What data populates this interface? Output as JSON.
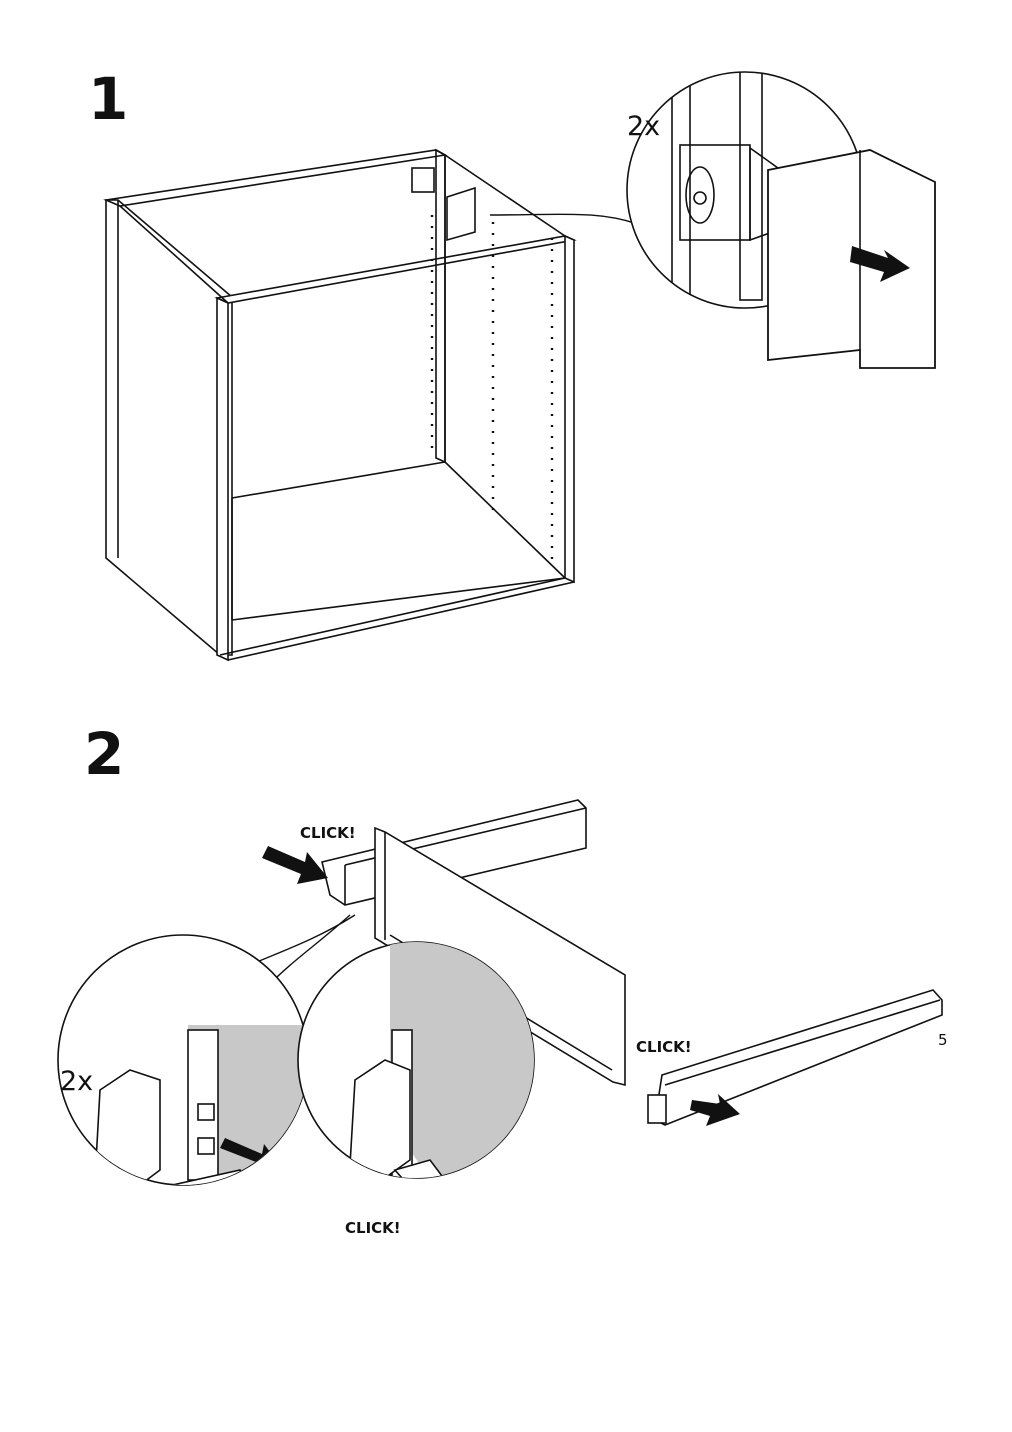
{
  "steps": [
    {
      "number": "1",
      "quantity": "2x"
    },
    {
      "number": "2",
      "quantity": "2x",
      "click_labels": [
        "CLICK!",
        "CLICK!",
        "CLICK!"
      ]
    }
  ],
  "page_number": "5",
  "colors": {
    "ink": "#111111",
    "shade": "#c8c8c8",
    "paper": "#ffffff"
  },
  "icons": [
    "arrow-icon",
    "detail-callout",
    "cabinet-frame",
    "drawer-front",
    "drawer-rail"
  ]
}
